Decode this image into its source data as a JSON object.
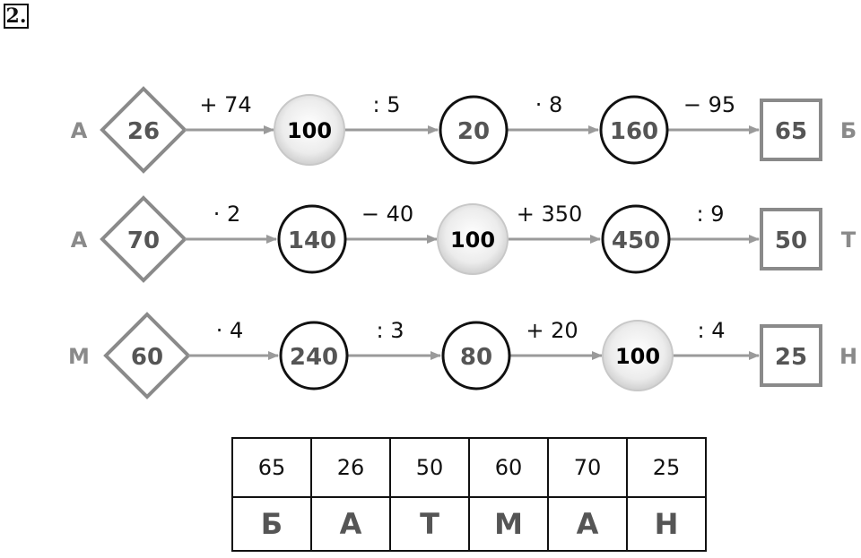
{
  "task_number": "2.",
  "rows": [
    {
      "start_letter": "А",
      "start": "26",
      "ops": [
        "+ 74",
        ": 5",
        "· 8",
        "− 95"
      ],
      "nodes": [
        {
          "value": "100",
          "highlight": true
        },
        {
          "value": "20",
          "highlight": false
        },
        {
          "value": "160",
          "highlight": false
        }
      ],
      "result": "65",
      "end_letter": "Б"
    },
    {
      "start_letter": "А",
      "start": "70",
      "ops": [
        "· 2",
        "− 40",
        "+ 350",
        ": 9"
      ],
      "nodes": [
        {
          "value": "140",
          "highlight": false
        },
        {
          "value": "100",
          "highlight": true
        },
        {
          "value": "450",
          "highlight": false
        }
      ],
      "result": "50",
      "end_letter": "Т"
    },
    {
      "start_letter": "М",
      "start": "60",
      "ops": [
        "· 4",
        ": 3",
        "+ 20",
        ": 4"
      ],
      "nodes": [
        {
          "value": "240",
          "highlight": false
        },
        {
          "value": "80",
          "highlight": false
        },
        {
          "value": "100",
          "highlight": true
        }
      ],
      "result": "25",
      "end_letter": "Н"
    }
  ],
  "key_table": {
    "numbers": [
      "65",
      "26",
      "50",
      "60",
      "70",
      "25"
    ],
    "letters": [
      "Б",
      "А",
      "Т",
      "М",
      "А",
      "Н"
    ]
  },
  "colors": {
    "shape_grey": "#8a8a8a",
    "arrow_grey": "#9a9a9a",
    "highlight_fill": "#e6e6e6"
  }
}
